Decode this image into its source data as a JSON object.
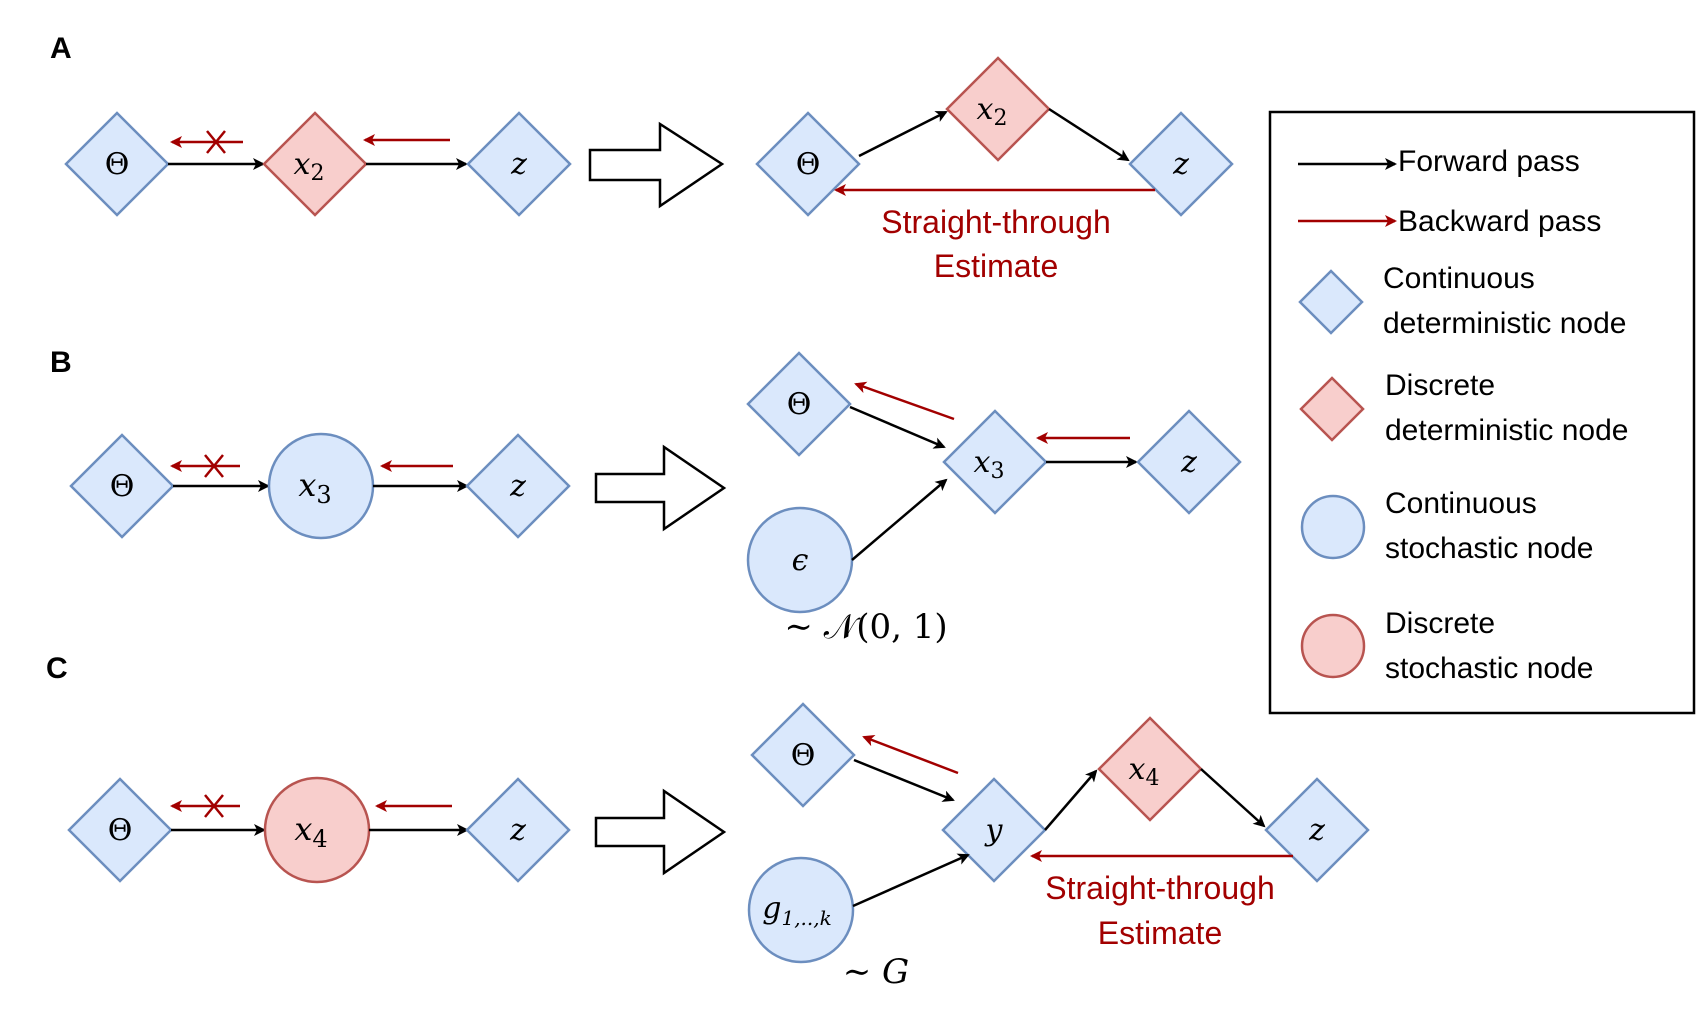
{
  "panels": {
    "a": {
      "label": "A"
    },
    "b": {
      "label": "B"
    },
    "c": {
      "label": "C"
    }
  },
  "nodes": {
    "theta": "Θ",
    "x": "x",
    "z": "z",
    "y": "y",
    "epsilon": "ϵ",
    "g": "g",
    "sub2": "2",
    "sub3": "3",
    "sub4": "4",
    "gsub": "1,..,k"
  },
  "annotations": {
    "straight_through_1": "Straight-through",
    "straight_through_2": "Estimate",
    "normal_dist": "∼ 𝒩(0, 1)",
    "gumbel_dist": "∼ G"
  },
  "legend": {
    "forward": "Forward pass",
    "backward": "Backward pass",
    "cont_det_1": "Continuous",
    "cont_det_2": "deterministic node",
    "disc_det_1": "Discrete",
    "disc_det_2": "deterministic node",
    "cont_sto_1": "Continuous",
    "cont_sto_2": "stochastic node",
    "disc_sto_1": "Discrete",
    "disc_sto_2": "stochastic node"
  },
  "colors": {
    "blue_fill": "#dae8fc",
    "blue_stroke": "#6c8ebf",
    "red_fill": "#f8cecc",
    "red_stroke": "#b85450",
    "backward_arrow": "#a20000"
  }
}
